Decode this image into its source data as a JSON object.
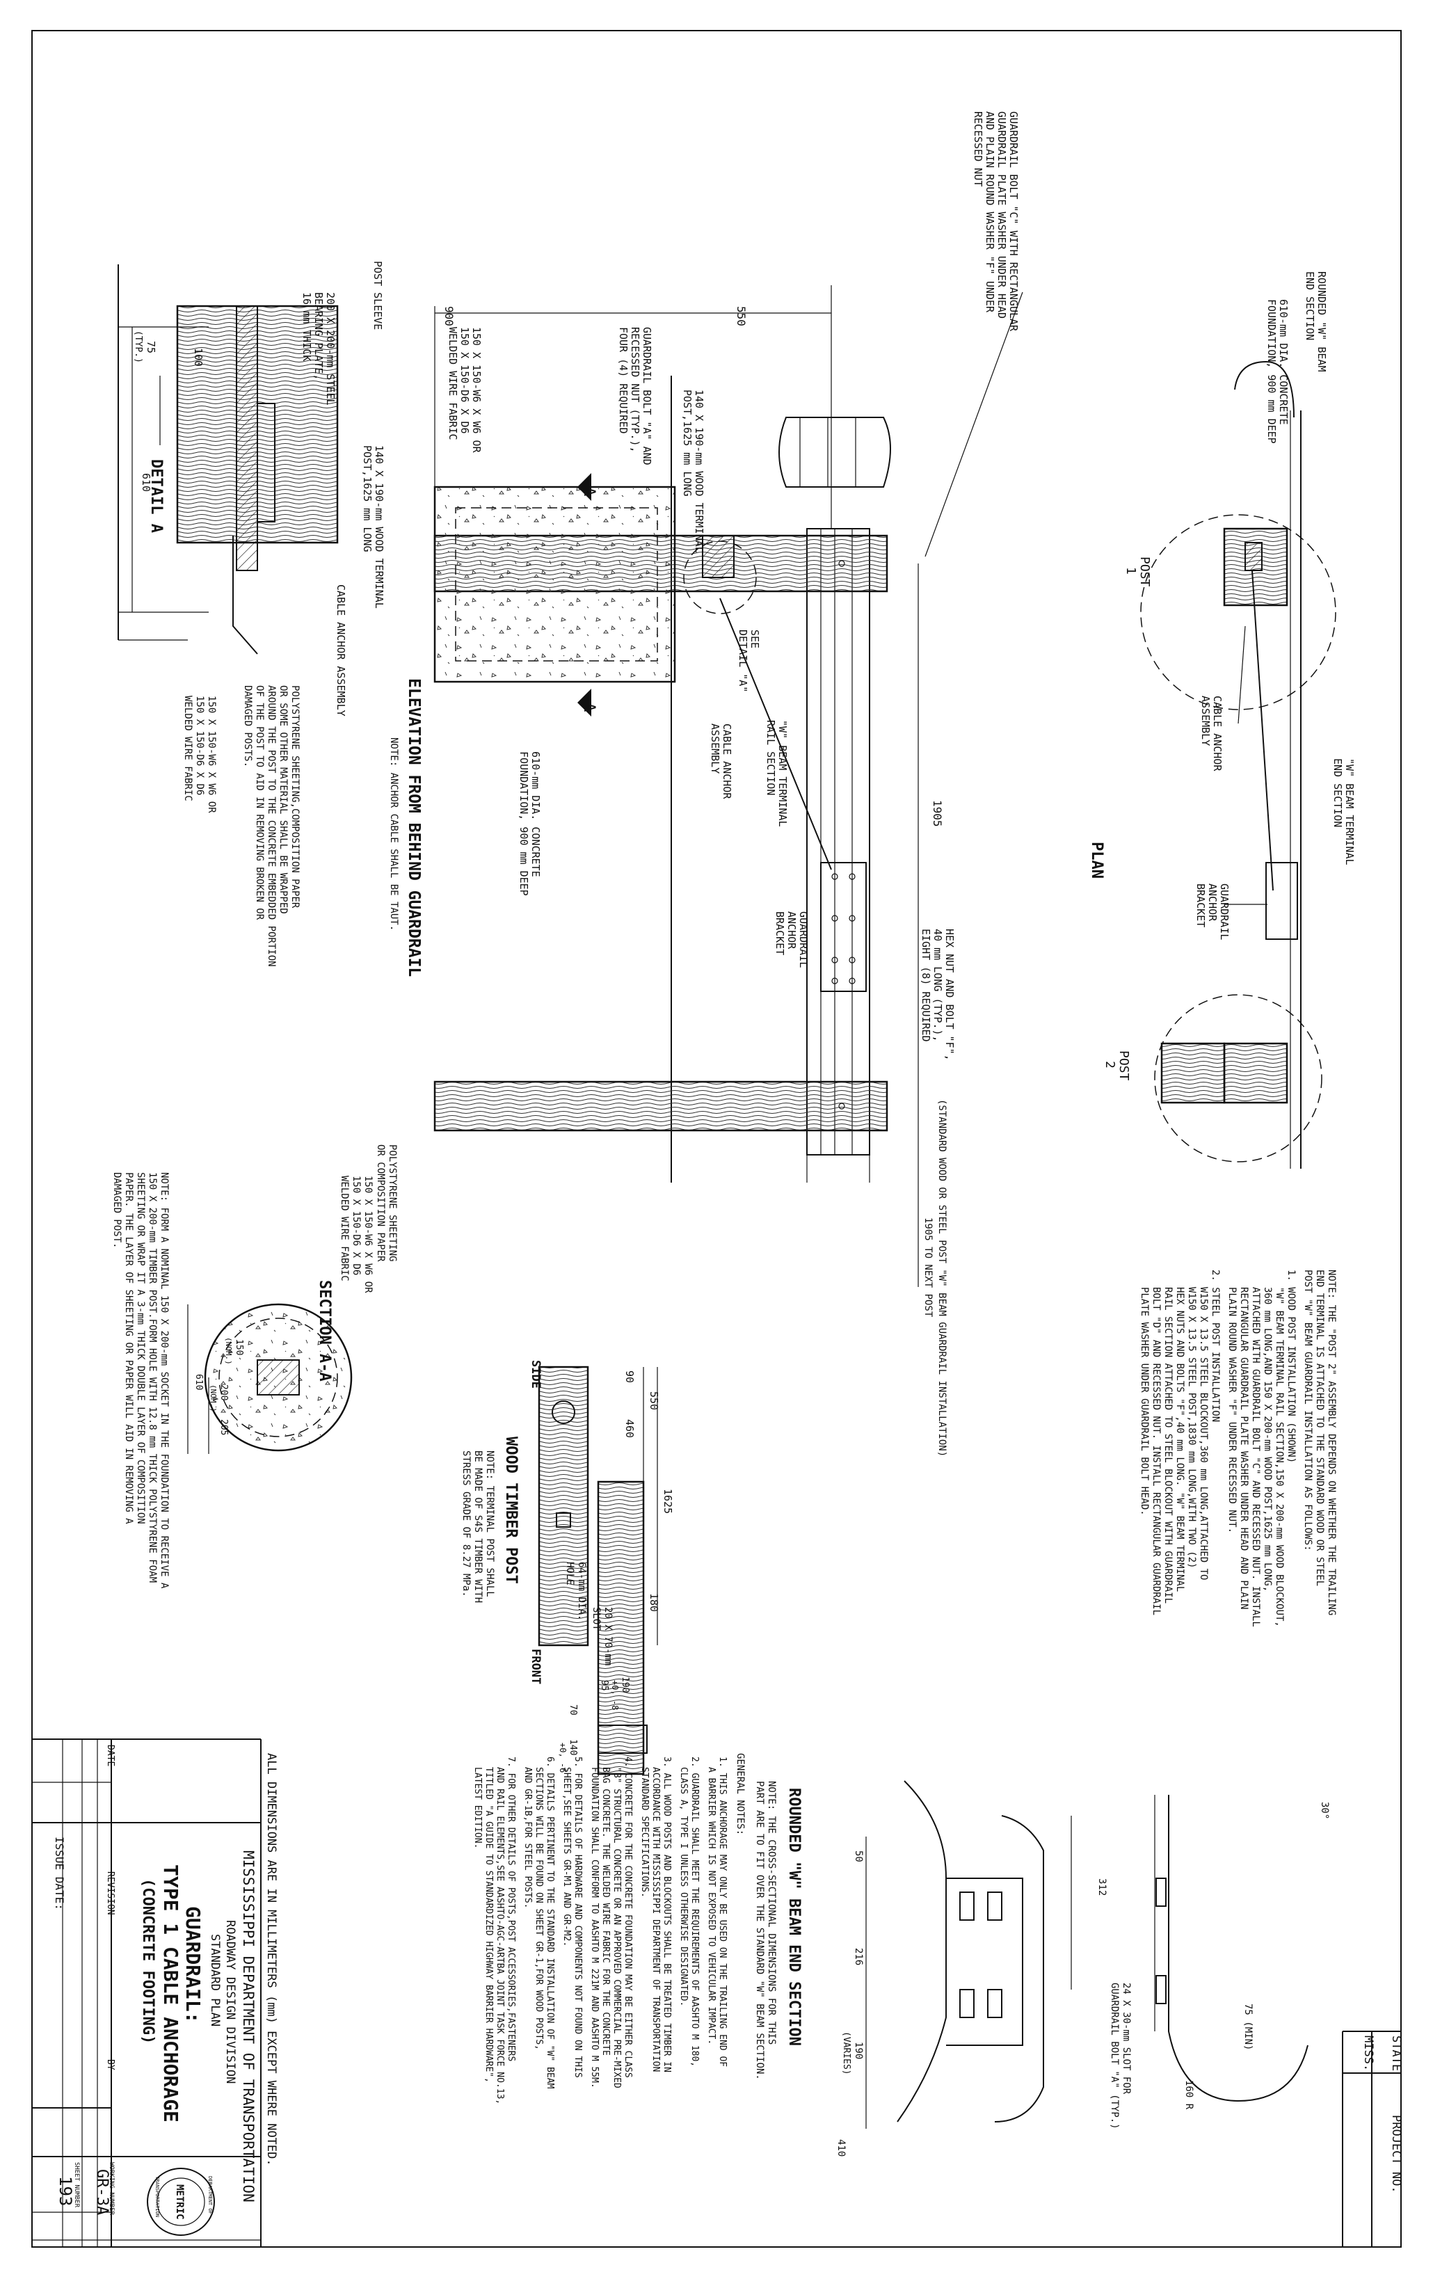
{
  "title_block": {
    "state_label": "STATE",
    "project_label": "PROJECT NO.",
    "state_value": "MISS.",
    "org_line1": "MISSISSIPPI DEPARTMENT OF TRANSPORTATION",
    "org_line2": "ROADWAY DESIGN DIVISION",
    "org_line3": "STANDARD PLAN",
    "drawing_title1": "GUARDRAIL:",
    "drawing_title2": "TYPE 1 CABLE ANCHORAGE",
    "drawing_title3": "(CONCRETE FOOTING)",
    "units_note": "ALL DIMENSIONS ARE IN MILLIMETERS (mm) EXCEPT WHERE NOTED.",
    "seal_text1": "DEPARTMENT OF",
    "seal_text2": "METRIC",
    "seal_text3": "TRANSPORTATION",
    "working_number_label": "WORKING NUMBER",
    "working_number": "GR-3A",
    "sheet_number_label": "SHEET NUMBER",
    "sheet_number": "193",
    "date_label": "DATE",
    "revision_label": "REVISION",
    "by_label": "BY",
    "issue_date_label": "ISSUE DATE:"
  },
  "plan_view": {
    "title": "PLAN",
    "post1": "POST",
    "post1_num": "1",
    "post2": "POST",
    "post2_num": "2",
    "rounded_end": "ROUNDED \"W\" BEAM",
    "rounded_end2": "END SECTION",
    "foundation1": "610-mm DIA. CONCRETE",
    "foundation2": "FOUNDATION, 900 mm DEEP",
    "bolt_c1": "GUARDRAIL BOLT \"C\" WITH RECTANGULAR",
    "bolt_c2": "GUARDRAIL PLATE WASHER UNDER HEAD",
    "bolt_c3": "AND PLAIN ROUND WASHER \"F\" UNDER",
    "bolt_c4": "RECESSED NUT",
    "cable_asm1": "CABLE ANCHOR",
    "cable_asm2": "ASSEMBLY",
    "wbeam1": "\"W\" BEAM TERMINAL",
    "wbeam2": "END SECTION",
    "bracket1": "GUARDRAIL",
    "bracket2": "ANCHOR",
    "bracket3": "BRACKET"
  },
  "elevation_view": {
    "title": "ELEVATION FROM BEHIND GUARDRAIL",
    "note": "NOTE: ANCHOR CABLE SHALL BE TAUT.",
    "dim_900": "900",
    "dim_550": "550",
    "dim_1905": "1905",
    "dim_1905_next": "1905 TO NEXT POST",
    "std_post": "(STANDARD WOOD OR STEEL POST \"W\" BEAM GUARDRAIL INSTALLATION)",
    "wood_post1": "140 X 190-mm WOOD TERMINAL",
    "wood_post2": "POST,1625 mm LONG",
    "bolt_a1": "GUARDRAIL BOLT \"A\" AND",
    "bolt_a2": "RECESSED NUT (TYP.),",
    "bolt_a3": "FOUR (4) REQUIRED",
    "mesh1": "150 X 150-W6 X W6 OR",
    "mesh2": "150 X 150-D6 X D6",
    "mesh3": "WELDED WIRE FABRIC",
    "see1": "SEE",
    "see2": "DETAIL \"A\"",
    "rail1": "\"W\" BEAM TERMINAL",
    "rail2": "RAIL SECTION",
    "cable1": "CABLE ANCHOR",
    "cable2": "ASSEMBLY",
    "hex1": "HEX NUT AND BOLT \"F\",",
    "hex2": "40 mm LONG (TYP.),",
    "hex3": "EIGHT (8) REQUIRED",
    "found1": "610-mm DIA. CONCRETE",
    "found2": "FOUNDATION, 900 mm DEEP",
    "section_mark": "A"
  },
  "detail_a": {
    "title": "DETAIL A",
    "sleeve": "POST SLEEVE",
    "plate1": "200 X 200-mm STEEL",
    "plate2": "BEARING PLATE,",
    "plate3": "16 mm THICK",
    "dim_100": "100",
    "dim_75": "75",
    "dim_typ": "(TYP.)",
    "dim_610": "610",
    "post1": "140 X 190-mm WOOD TERMINAL",
    "post2": "POST,1625 mm LONG",
    "cable": "CABLE ANCHOR ASSEMBLY",
    "poly1": "POLYSTYRENE SHEETING,COMPOSITION PAPER",
    "poly2": "OR SOME OTHER MATERIAL SHALL BE WRAPPED",
    "poly3": "AROUND THE POST TO THE CONCRETE EMBEDDED PORTION",
    "poly4": "OF THE POST TO AID IN REMOVING BROKEN OR",
    "poly5": "DAMAGED POSTS.",
    "mesh1": "150 X 150-W6 X W6 OR",
    "mesh2": "150 X 150-D6 X D6",
    "mesh3": "WELDED WIRE FABRIC"
  },
  "wood_post": {
    "title": "WOOD TIMBER POST",
    "note1": "NOTE: TERMINAL POST SHALL",
    "note2": "BE MADE OF S4S TIMBER WITH",
    "note3": "STRESS GRADE OF 8.27 MPa.",
    "side": "SIDE",
    "front": "FRONT",
    "dim_1625": "1625",
    "dim_550": "550",
    "dim_180": "180",
    "dim_90": "90",
    "dim_460": "460",
    "hole1": "64-mm DIA.",
    "hole2": "HOLE",
    "slot1": "20 X 70-mm",
    "slot2": "SLOT",
    "dim_190": "190",
    "dim_190tol": "+0, -8",
    "dim_95": "95",
    "dim_70": "70",
    "dim_140": "140",
    "dim_140tol": "+0, -6"
  },
  "section_aa": {
    "title": "SECTION A-A",
    "poly1": "POLYSTYRENE SHEETING",
    "poly2": "OR COMPOSITION PAPER",
    "mesh1": "150 X 150-W6 X W6 OR",
    "mesh2": "150 X 150-D6 X D6",
    "mesh3": "WELDED WIRE FABRIC",
    "dim_150": "150",
    "dim_nom": "(NOM.)",
    "dim_200": "200",
    "dim_205": "205",
    "dim_200nom": "(NOM.)",
    "dim_610": "610",
    "note1": "NOTE: FORM A NOMINAL 150 X 200-mm SOCKET IN THE FOUNDATION TO RECEIVE A",
    "note2": "150 X 200-mm TIMBER POST.FORM HOLE WITH 12.8 mm THICK POLYSTYRENE FOAM",
    "note3": "SHEETING OR WRAP IT A 3-mm THICK DOUBLE LAYER OF COMPOSITION",
    "note4": "PAPER. THE LAYER OF SHEETING OR PAPER WILL AID IN REMOVING A",
    "note5": "DAMAGED POST."
  },
  "post2_note": {
    "n0a": "NOTE: THE \"POST 2\" ASSEMBLY DEPENDS ON WHETHER THE TRAILING",
    "n0b": "END TERMINAL IS ATTACHED TO THE STANDARD WOOD OR STEEL",
    "n0c": "POST \"W\" BEAM GUARDRAIL INSTALLATION AS FOLLOWS:",
    "n1a": "1. WOOD POST INSTALLATION (SHOWN)",
    "n1b": "\"W\" BEAM TERMINAL RAIL SECTION,150 X 200-mm WOOD BLOCKOUT,",
    "n1c": "360 mm LONG,AND 150 X 200-mm WOOD POST,1625 mm LONG,",
    "n1d": "ATTACHED WITH GUARDRAIL BOLT \"C\" AND RECESSED NUT. INSTALL",
    "n1e": "RECTANGULAR GUARDRAIL PLATE WASHER UNDER HEAD AND PLAIN",
    "n1f": "PLAIN ROUND WASHER \"F\" UNDER RECESSED NUT.",
    "n2a": "2. STEEL POST INSTALLATION",
    "n2b": "W150 X 13.5 STEEL BLOCKOUT,360 mm LONG,ATTACHED TO",
    "n2c": "W150 X 13.5 STEEL POST,1830 mm LONG,WITH TWO (2)",
    "n2d": "HEX NUTS AND BOLTS \"F\",40 mm LONG. \"W\" BEAM TERMINAL",
    "n2e": "RAIL SECTION ATTACHED TO STEEL BLOCKOUT WITH GUARDRAIL",
    "n2f": "BOLT \"D\" AND RECESSED NUT. INSTALL RECTANGULAR GUARDRAIL",
    "n2g": "PLATE WASHER UNDER GUARDRAIL BOLT HEAD."
  },
  "end_section": {
    "title": "ROUNDED \"W\" BEAM END SECTION",
    "note1": "NOTE: THE CROSS-SECTIONAL DIMENSIONS FOR THIS",
    "note2": "PART ARE TO FIT OVER THE STANDARD \"W\" BEAM SECTION.",
    "dim_312": "312",
    "dim_50": "50",
    "dim_216": "216",
    "dim_190": "190",
    "dim_varies": "(VARIES)",
    "dim_410": "410",
    "dim_30": "30°",
    "dim_75min": "75 (MIN)",
    "dim_160r": "160 R",
    "slot1": "24 X 30-mm SLOT FOR",
    "slot2": "GUARDRAIL BOLT \"A\" (TYP.)"
  },
  "general_notes": {
    "title": "GENERAL NOTES:",
    "n1a": "1. THIS ANCHORAGE MAY ONLY BE USED ON THE TRAILING END OF",
    "n1b": "A BARRIER WHICH IS NOT EXPOSED TO VEHICULAR IMPACT.",
    "n2a": "2. GUARDRAIL SHALL MEET THE REQUIREMENTS OF AASHTO M 180,",
    "n2b": "CLASS A, TYPE I UNLESS OTHERWISE DESIGNATED.",
    "n3a": "3. ALL WOOD POSTS AND BLOCKOUTS SHALL BE TREATED TIMBER IN",
    "n3b": "ACCORDANCE WITH MISSISSIPPI DEPARTMENT OF TRANSPORTATION",
    "n3c": "STANDARD SPECIFICATIONS.",
    "n4a": "4. CONCRETE FOR THE CONCRETE FOUNDATION MAY BE EITHER CLASS",
    "n4b": "\"B\" STRUCTURAL CONCRETE OR AN APPROVED COMMERCIAL PRE-MIXED",
    "n4c": "BAG CONCRETE. THE WELDED WIRE FABRIC FOR THE CONCRETE",
    "n4d": "FOUNDATION SHALL CONFORM TO AASHTO M 221M AND AASHTO M 55M.",
    "n5a": "5. FOR DETAILS OF HARDWARE AND COMPONENTS NOT FOUND ON THIS",
    "n5b": "SHEET,SEE SHEETS GR-M1 AND GR-M2.",
    "n6a": "6. DETAILS PERTINENT TO THE STANDARD INSTALLATION OF \"W\" BEAM",
    "n6b": "SECTIONS WILL BE FOUND ON SHEET GR-1,FOR WOOD POSTS,",
    "n6c": "AND GR-1B,FOR STEEL POSTS.",
    "n7a": "7. FOR OTHER DETAILS OF POSTS,POST ACCESSORIES,FASTENERS",
    "n7b": "AND RAIL ELEMENTS,SEE AASHTO-AGC-ARTBA JOINT TASK FORCE NO.13,",
    "n7c": "TITLED \"A GUIDE TO STANDARDIZED HIGHWAY BARRIER HARDWARE\",",
    "n7d": "LATEST EDITION."
  }
}
